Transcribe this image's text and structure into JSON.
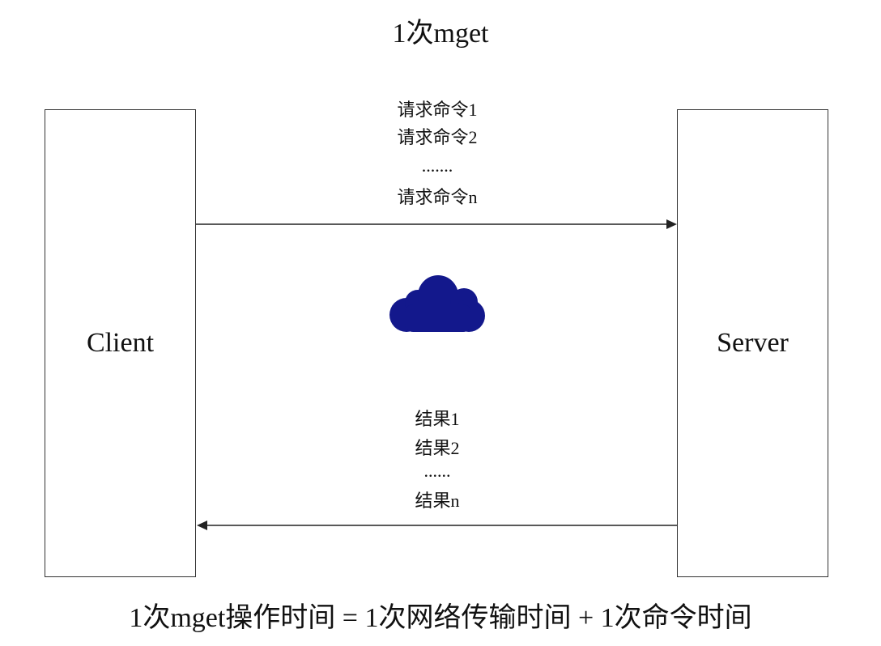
{
  "title": "1次mget",
  "client": {
    "label": "Client"
  },
  "server": {
    "label": "Server"
  },
  "request": {
    "lines": [
      "请求命令1",
      "请求命令2",
      ".......",
      "请求命令n"
    ]
  },
  "response": {
    "lines": [
      "结果1",
      "结果2",
      "......",
      "结果n"
    ]
  },
  "cloud": {
    "icon": "cloud-icon",
    "color": "#13188c"
  },
  "formula": "1次mget操作时间 = 1次网络传输时间 + 1次命令时间",
  "colors": {
    "line": "#222222",
    "box_border": "#333333"
  }
}
